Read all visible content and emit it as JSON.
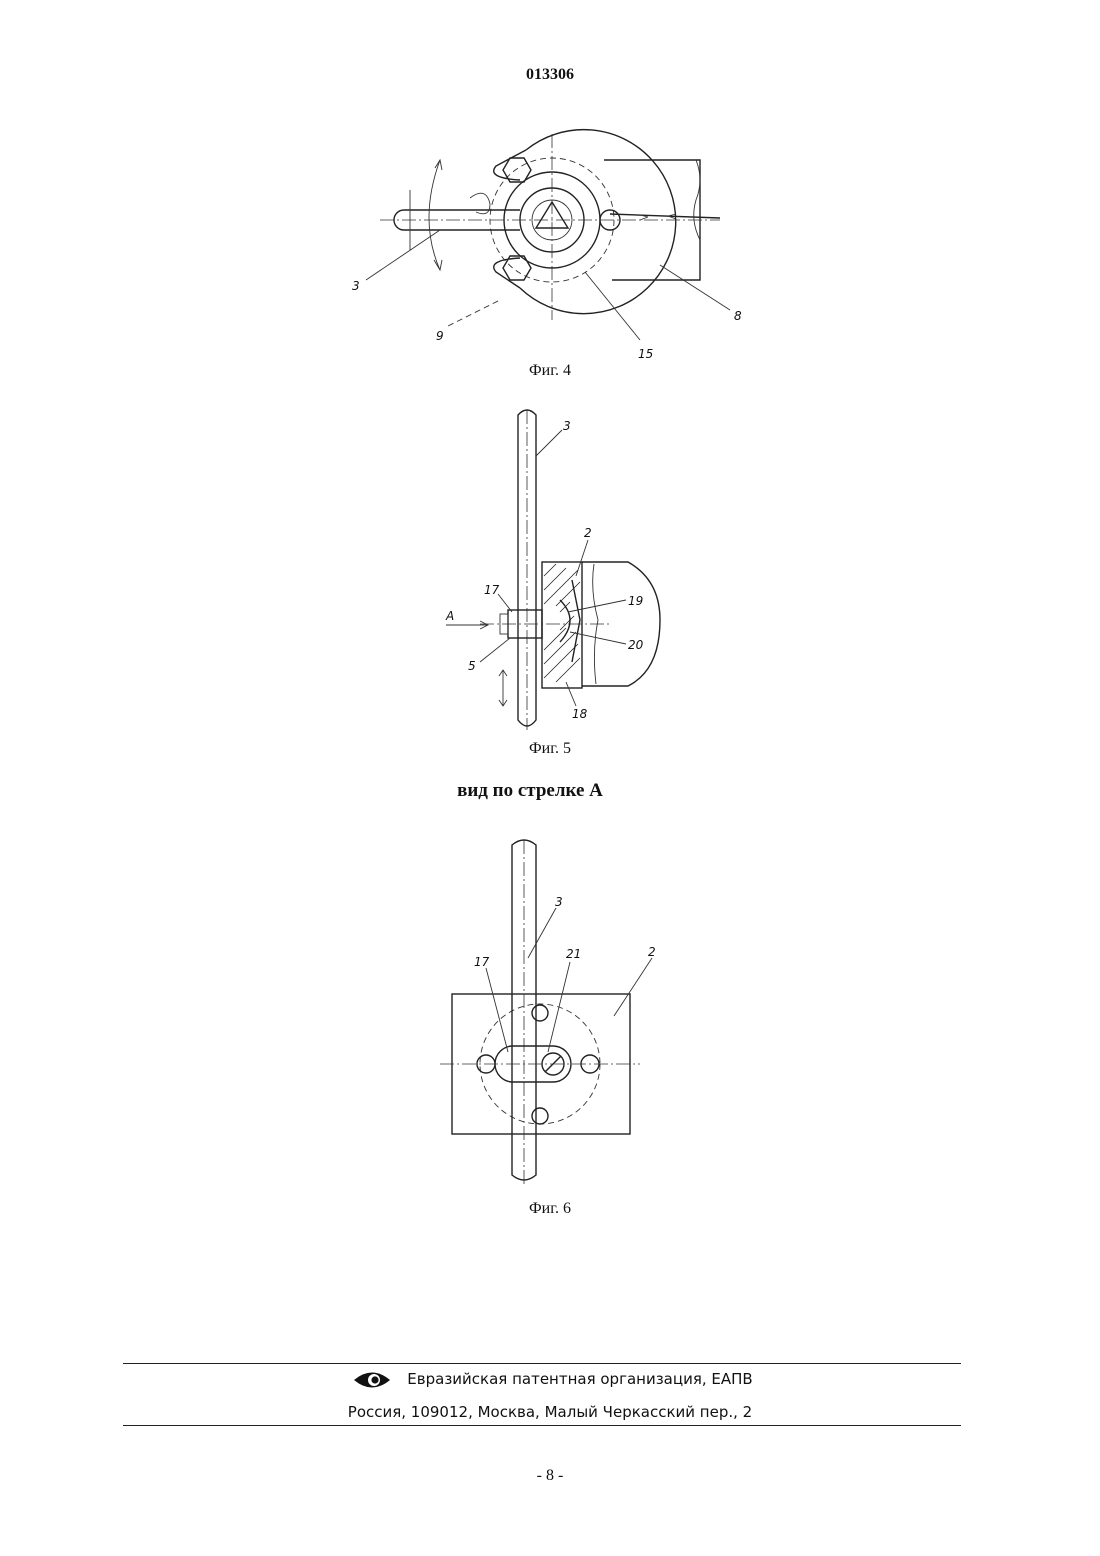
{
  "header": {
    "document_number": "013306"
  },
  "figures": [
    {
      "id": "fig4",
      "caption": "Фиг. 4",
      "labels": [
        "3",
        "9",
        "15",
        "8"
      ]
    },
    {
      "id": "fig5",
      "caption": "Фиг. 5",
      "labels": [
        "3",
        "2",
        "17",
        "19",
        "A",
        "20",
        "5",
        "18"
      ]
    },
    {
      "id": "fig6",
      "caption": "Фиг. 6",
      "heading": "вид по стрелке А",
      "labels": [
        "3",
        "17",
        "21",
        "2"
      ]
    }
  ],
  "footer": {
    "logo_icon": "eapv-eye-logo",
    "organization": "Евразийская патентная организация, ЕАПВ",
    "address": "Россия, 109012, Москва, Малый Черкасский пер., 2"
  },
  "page_number": "- 8 -"
}
